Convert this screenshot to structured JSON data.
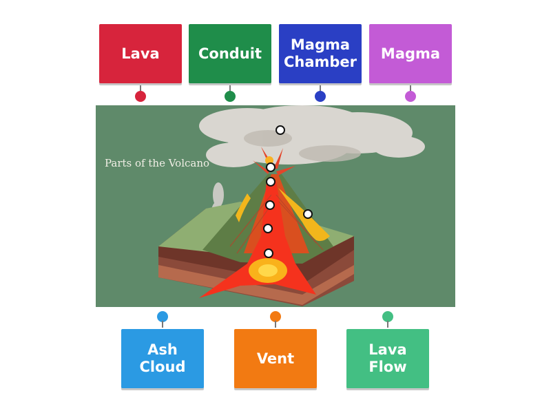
{
  "labels_top": [
    {
      "text": "Lava",
      "color": "#d7243c"
    },
    {
      "text": "Conduit",
      "color": "#1f8d4a"
    },
    {
      "text": "Magma\nChamber",
      "color": "#2a3fc4"
    },
    {
      "text": "Magma",
      "color": "#c35bd6"
    }
  ],
  "labels_bottom": [
    {
      "text": "Ash\nCloud",
      "color": "#2b9ae3"
    },
    {
      "text": "Vent",
      "color": "#f27a12"
    },
    {
      "text": "Lava Flow",
      "color": "#43bf83"
    }
  ],
  "diagram": {
    "caption": "Parts of the Volcano",
    "background": "#5f8a6a"
  }
}
